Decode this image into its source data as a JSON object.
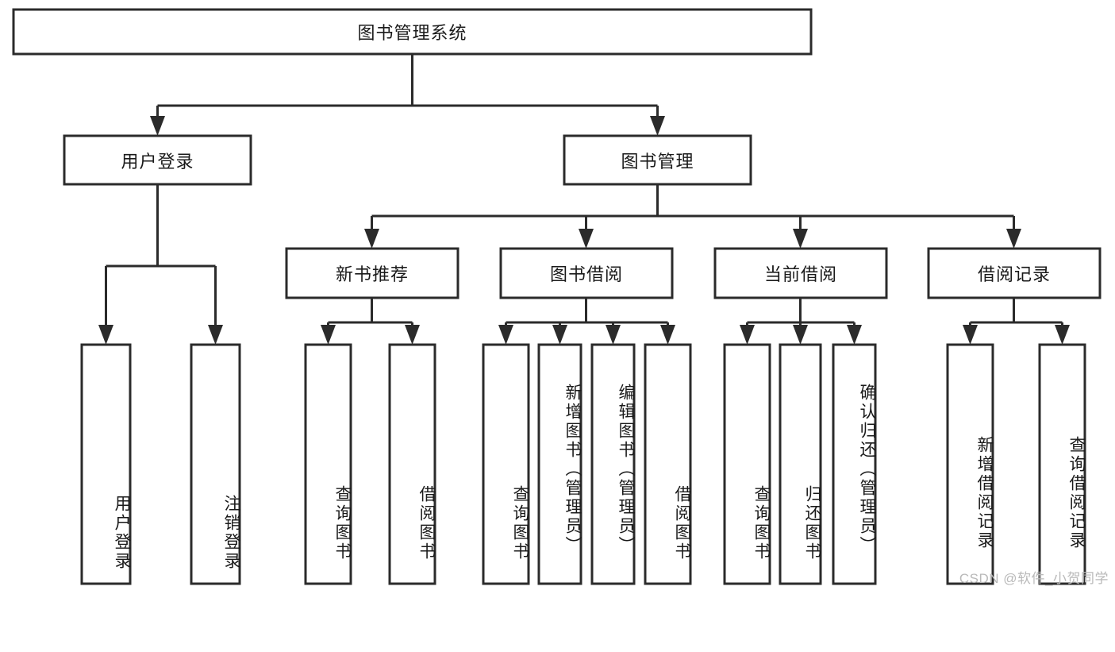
{
  "diagram": {
    "type": "hierarchy-tree",
    "title": "图书管理系统",
    "watermark": "CSDN @软件_小贺同学",
    "colors": {
      "box_stroke": "#2b2b2b",
      "box_fill": "#ffffff",
      "text": "#1a1a1a",
      "background": "#ffffff",
      "watermark": "#b9b9b9"
    },
    "levels": {
      "root": {
        "label": "图书管理系统"
      },
      "level2": [
        {
          "id": "user-login",
          "label": "用户登录"
        },
        {
          "id": "book-management",
          "label": "图书管理"
        }
      ],
      "level3": [
        {
          "id": "new-book-recommend",
          "label": "新书推荐",
          "parent": "book-management"
        },
        {
          "id": "book-borrow",
          "label": "图书借阅",
          "parent": "book-management"
        },
        {
          "id": "current-borrow",
          "label": "当前借阅",
          "parent": "book-management"
        },
        {
          "id": "borrow-record",
          "label": "借阅记录",
          "parent": "book-management"
        }
      ],
      "leaves": [
        {
          "id": "leaf-user-login",
          "label": "用户登录",
          "parent": "user-login"
        },
        {
          "id": "leaf-logout",
          "label": "注销登录",
          "parent": "user-login"
        },
        {
          "id": "leaf-query-book-1",
          "label": "查询图书",
          "parent": "new-book-recommend"
        },
        {
          "id": "leaf-borrow-book-1",
          "label": "借阅图书",
          "parent": "new-book-recommend"
        },
        {
          "id": "leaf-query-book-2",
          "label": "查询图书",
          "parent": "book-borrow"
        },
        {
          "id": "leaf-add-book",
          "label": "新增图书（管理员）",
          "parent": "book-borrow"
        },
        {
          "id": "leaf-edit-book",
          "label": "编辑图书（管理员）",
          "parent": "book-borrow"
        },
        {
          "id": "leaf-borrow-book-2",
          "label": "借阅图书",
          "parent": "book-borrow"
        },
        {
          "id": "leaf-query-book-3",
          "label": "查询图书",
          "parent": "current-borrow"
        },
        {
          "id": "leaf-return-book",
          "label": "归还图书",
          "parent": "current-borrow"
        },
        {
          "id": "leaf-confirm-return",
          "label": "确认归还（管理员）",
          "parent": "current-borrow"
        },
        {
          "id": "leaf-add-record",
          "label": "新增借阅记录",
          "parent": "borrow-record"
        },
        {
          "id": "leaf-query-record",
          "label": "查询借阅记录",
          "parent": "borrow-record"
        }
      ]
    }
  }
}
